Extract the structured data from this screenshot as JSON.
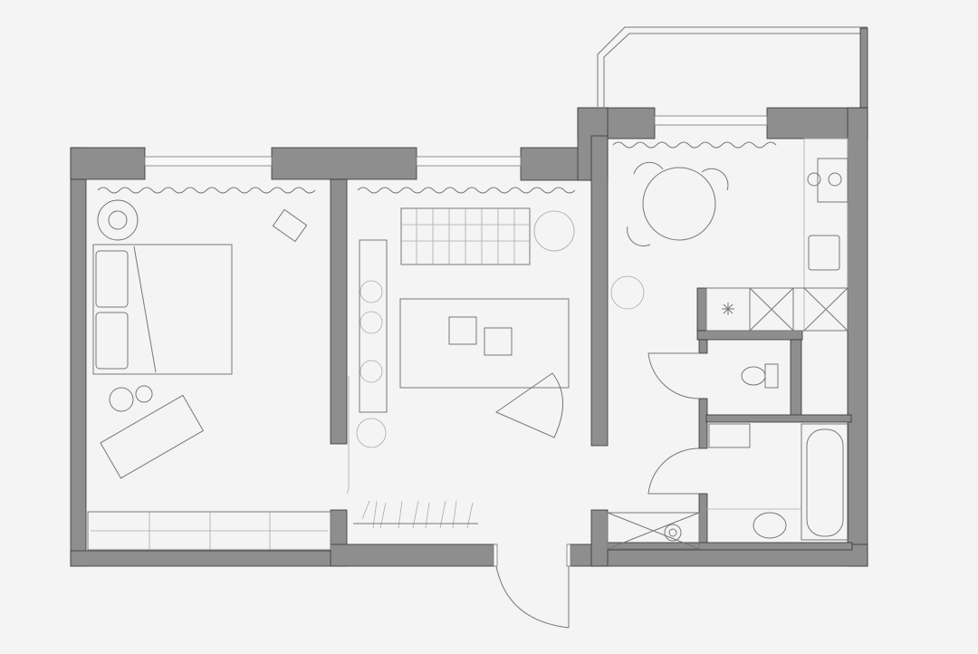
{
  "colors": {
    "background": "#f4f4f4",
    "wall": "#8e8e8e",
    "line": "#777777",
    "light_line": "#aaaaaa"
  },
  "elements": [
    "bedroom",
    "living-room",
    "kitchen",
    "balcony",
    "wc",
    "bathroom",
    "hallway",
    "entrance-door"
  ]
}
